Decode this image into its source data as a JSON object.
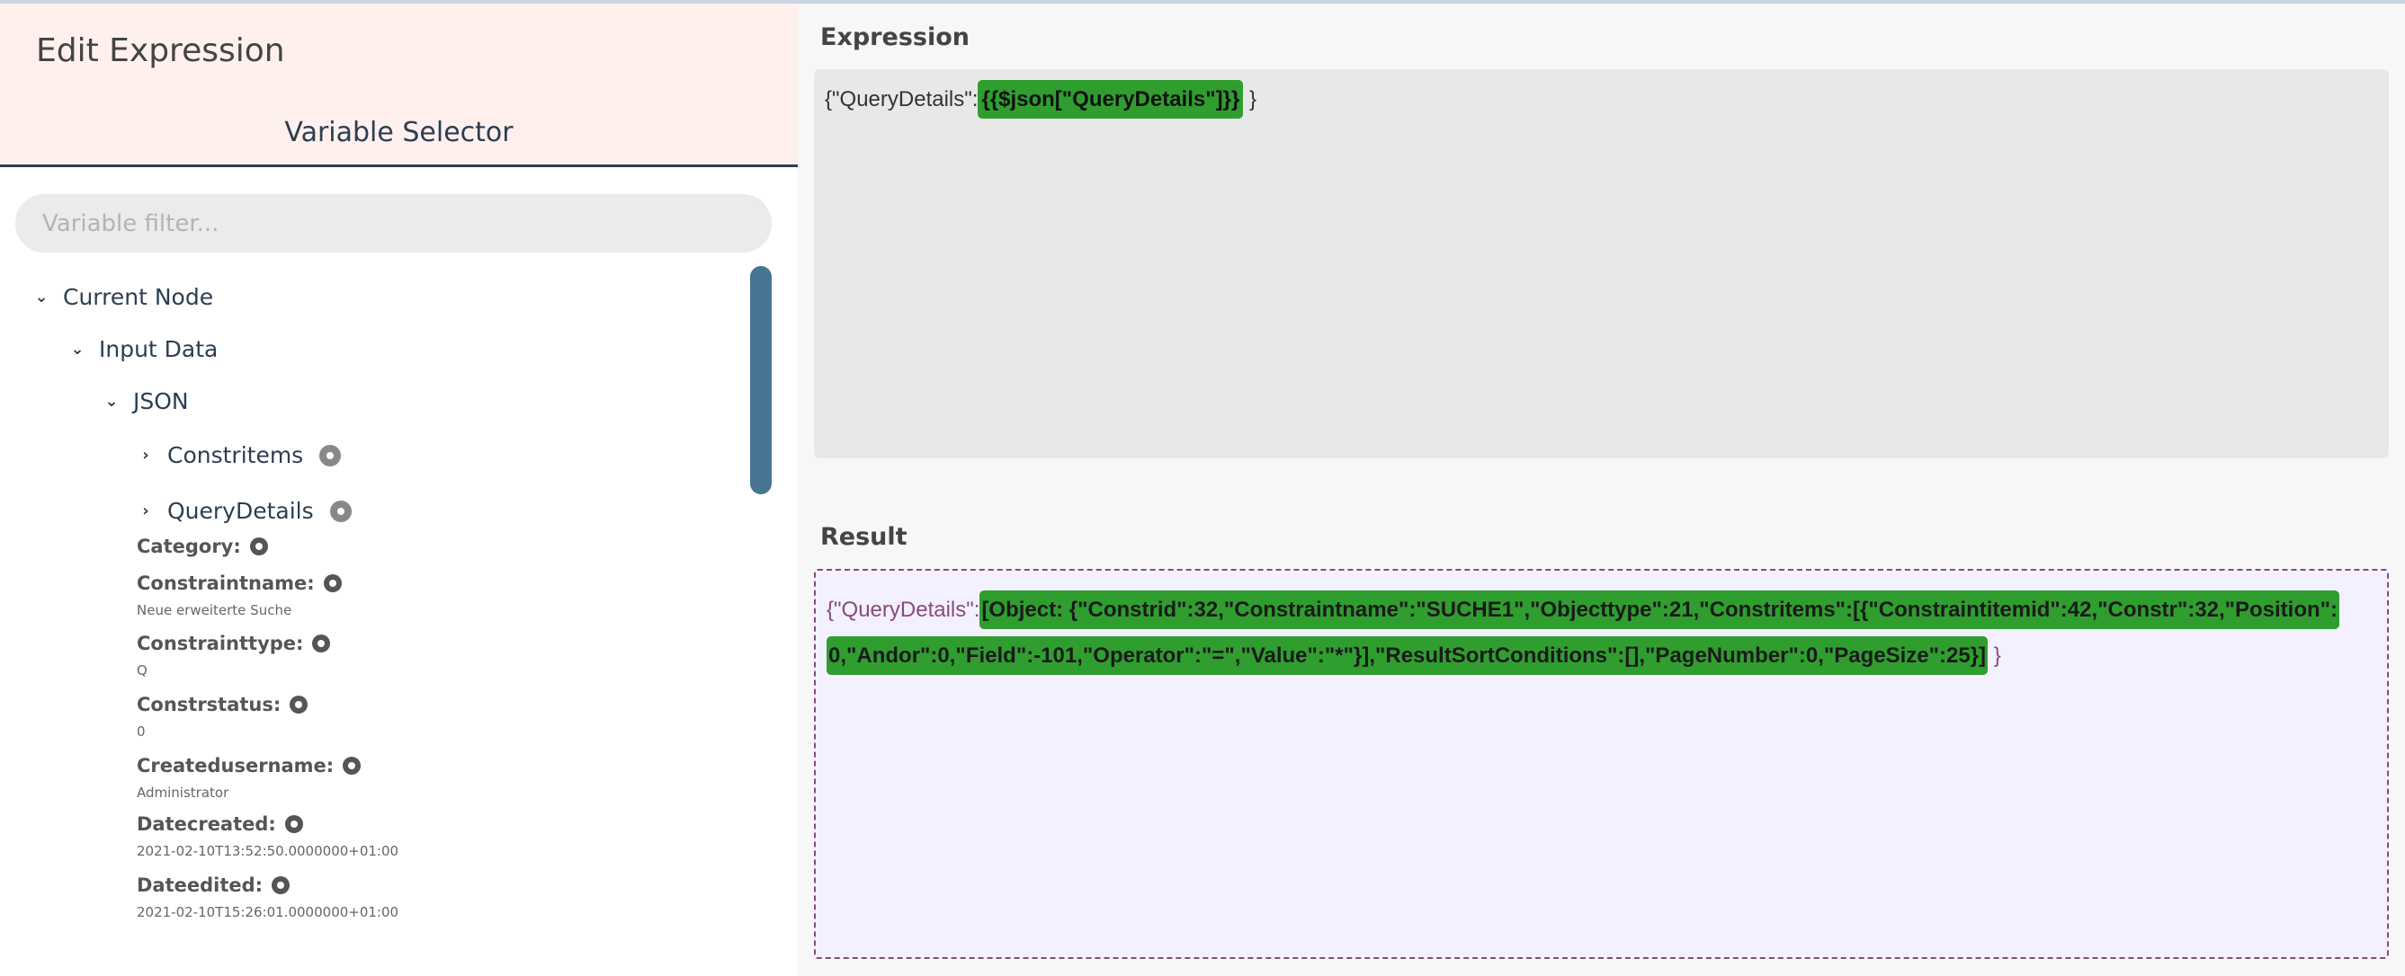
{
  "header": {
    "title": "Edit Expression",
    "subtitle": "Variable Selector"
  },
  "filter": {
    "placeholder": "Variable filter...",
    "value": ""
  },
  "tree": {
    "current_node": "Current Node",
    "input_data": "Input Data",
    "json": "JSON",
    "constritems": "Constritems",
    "querydetails": "QueryDetails"
  },
  "properties": [
    {
      "name": "Category:",
      "value": ""
    },
    {
      "name": "Constraintname:",
      "value": "Neue erweiterte Suche"
    },
    {
      "name": "Constrainttype:",
      "value": "Q"
    },
    {
      "name": "Constrstatus:",
      "value": "0"
    },
    {
      "name": "Createdusername:",
      "value": "Administrator"
    },
    {
      "name": "Datecreated:",
      "value": "2021-02-10T13:52:50.0000000+01:00"
    },
    {
      "name": "Dateedited:",
      "value": "2021-02-10T15:26:01.0000000+01:00"
    }
  ],
  "expression": {
    "label": "Expression",
    "prefix": "{\"QueryDetails\":",
    "highlight": "{{$json[\"QueryDetails\"]}}",
    "suffix": "}"
  },
  "result": {
    "label": "Result",
    "prefix": "{\"QueryDetails\":",
    "highlight": "[Object: {\"Constrid\":32,\"Constraintname\":\"SUCHE1\",\"Objecttype\":21,\"Constritems\":[{\"Constraintitemid\":42,\"Constr\":32,\"Position\":0,\"Andor\":0,\"Field\":-101,\"Operator\":\"=\",\"Value\":\"*\"}],\"ResultSortConditions\":[],\"PageNumber\":0,\"PageSize\":25}]",
    "suffix": "}"
  },
  "colors": {
    "highlight": "#2f9e2f",
    "header_bg": "#fff0ee",
    "scrollbar": "#477594",
    "result_border": "#8a4a7a"
  }
}
